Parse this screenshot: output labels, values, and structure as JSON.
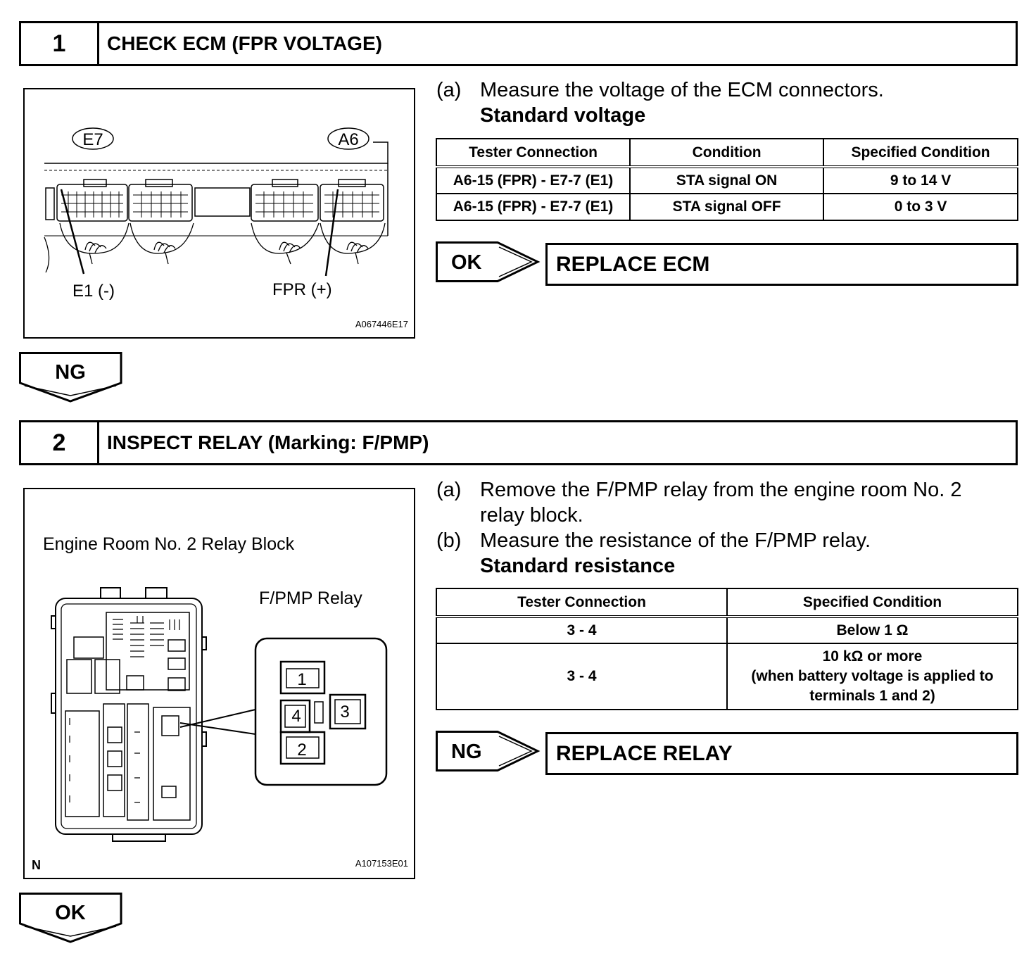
{
  "step1": {
    "number": "1",
    "title": "CHECK ECM (FPR VOLTAGE)",
    "figure": {
      "connector_left": "E7",
      "connector_right": "A6",
      "probe_neg": "E1 (-)",
      "probe_pos": "FPR (+)",
      "code": "A067446E17"
    },
    "instruction_label": "(a)",
    "instruction_text": "Measure the voltage of the ECM connectors.",
    "standard_label": "Standard voltage",
    "table": {
      "headers": [
        "Tester Connection",
        "Condition",
        "Specified Condition"
      ],
      "rows": [
        [
          "A6-15 (FPR) - E7-7 (E1)",
          "STA signal ON",
          "9 to 14 V"
        ],
        [
          "A6-15 (FPR) - E7-7 (E1)",
          "STA signal OFF",
          "0 to 3 V"
        ]
      ]
    },
    "ok_tag": "OK",
    "ok_result": "REPLACE ECM",
    "ng_tag": "NG"
  },
  "step2": {
    "number": "2",
    "title": "INSPECT RELAY (Marking: F/PMP)",
    "figure": {
      "block_label": "Engine Room No. 2 Relay Block",
      "relay_label": "F/PMP Relay",
      "terminals": [
        "1",
        "2",
        "3",
        "4"
      ],
      "corner_mark": "N",
      "code": "A107153E01"
    },
    "instruction_a_label": "(a)",
    "instruction_a_line1": "Remove the F/PMP relay from the engine room No. 2",
    "instruction_a_line2": "relay block.",
    "instruction_b_label": "(b)",
    "instruction_b_text": "Measure the resistance of the F/PMP relay.",
    "standard_label": "Standard resistance",
    "table": {
      "headers": [
        "Tester Connection",
        "Specified Condition"
      ],
      "row1": [
        "3 - 4",
        "Below 1 Ω"
      ],
      "row2_conn": "3 - 4",
      "row2_cond_line1": "10 kΩ or more",
      "row2_cond_line2": "(when battery voltage is applied to",
      "row2_cond_line3": "terminals 1 and 2)"
    },
    "ng_tag": "NG",
    "ng_result": "REPLACE RELAY",
    "ok_tag": "OK"
  }
}
